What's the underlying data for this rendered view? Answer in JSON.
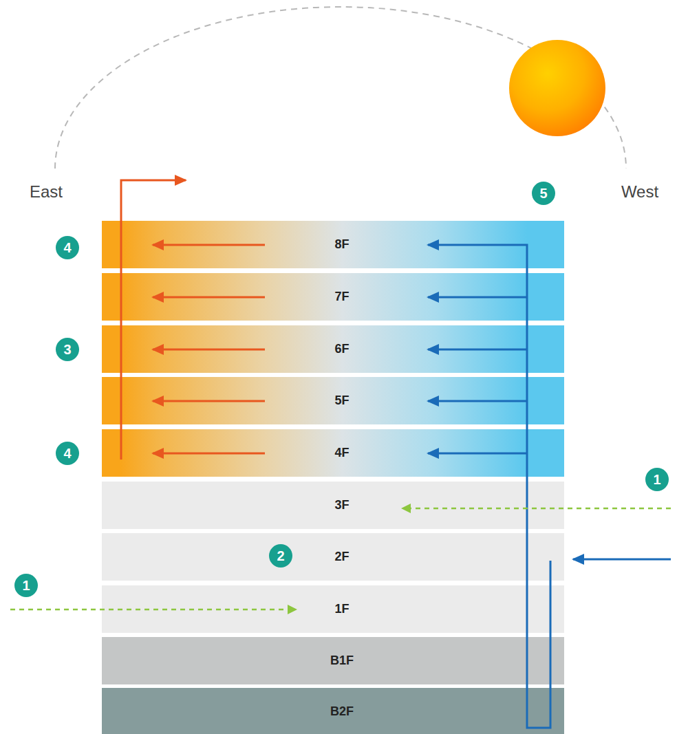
{
  "diagram": {
    "nodes": [
      {
        "text": [
          "8F"
        ]
      },
      {
        "text": [
          "7F"
        ]
      },
      {
        "text": [
          "6F"
        ]
      },
      {
        "text": [
          "5F"
        ]
      },
      {
        "text": [
          "4F"
        ]
      },
      {
        "text": [
          "3F"
        ]
      },
      {
        "text": [
          "2F"
        ]
      },
      {
        "text": [
          "1F"
        ]
      },
      {
        "text": [
          "B1F"
        ]
      },
      {
        "text": [
          "B2F"
        ]
      }
    ],
    "labels": [
      "East",
      "West",
      "5",
      "4",
      "3",
      "4",
      "1",
      "2",
      "1"
    ]
  }
}
